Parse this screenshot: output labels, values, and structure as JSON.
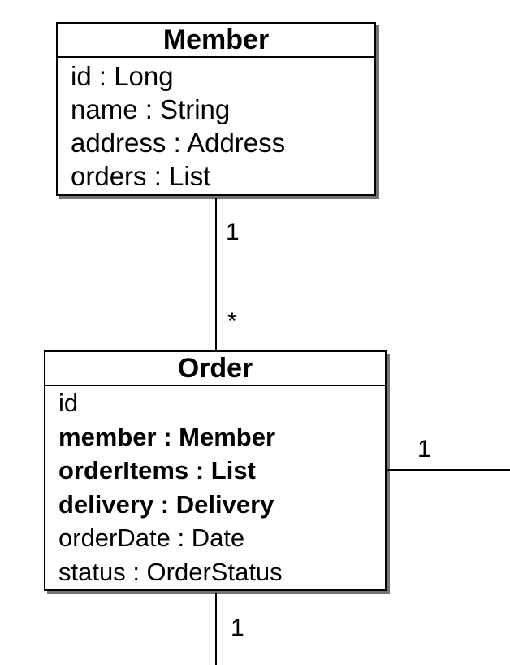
{
  "member": {
    "name": "Member",
    "attributes": [
      {
        "text": "id : Long",
        "bold": false
      },
      {
        "text": "name : String",
        "bold": false
      },
      {
        "text": "address : Address",
        "bold": false
      },
      {
        "text": "orders : List",
        "bold": false
      }
    ]
  },
  "order": {
    "name": "Order",
    "attributes": [
      {
        "text": "id",
        "bold": false
      },
      {
        "text": "member : Member",
        "bold": true
      },
      {
        "text": "orderItems : List",
        "bold": true
      },
      {
        "text": "delivery : Delivery",
        "bold": true
      },
      {
        "text": "orderDate : Date",
        "bold": false
      },
      {
        "text": "status : OrderStatus",
        "bold": false
      }
    ]
  },
  "associations": {
    "member_order": {
      "member_end": "1",
      "order_end": "*"
    },
    "order_right": {
      "order_end": "1"
    },
    "order_bottom": {
      "order_end": "1"
    }
  },
  "colors": {
    "line": "#000000",
    "box_fill": "#ffffff",
    "shadow": "#555555"
  }
}
